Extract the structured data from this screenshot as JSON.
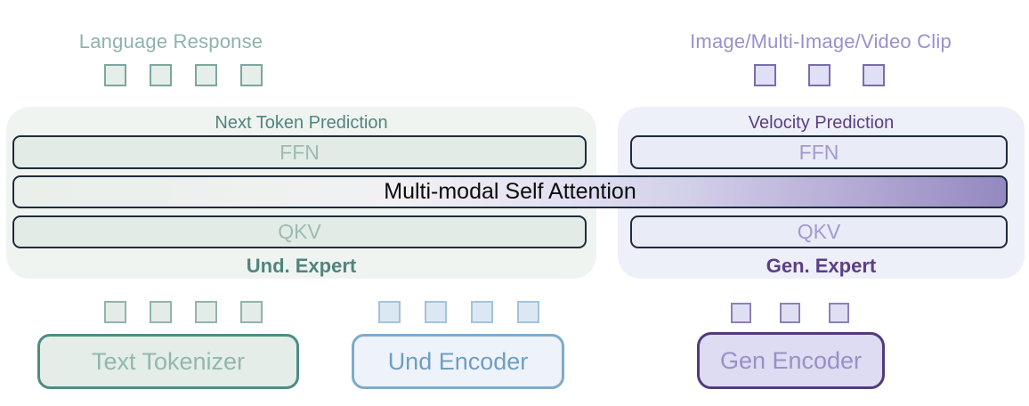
{
  "header": {
    "left_label": "Language Response",
    "right_label": "Image/Multi-Image/Video Clip"
  },
  "transformer": {
    "attention_label": "Multi-modal Self Attention",
    "und_expert": {
      "title": "Next Token Prediction",
      "ffn_label": "FFN",
      "qkv_label": "QKV",
      "name": "Und. Expert"
    },
    "gen_expert": {
      "title": "Velocity Prediction",
      "ffn_label": "FFN",
      "qkv_label": "QKV",
      "name": "Gen. Expert"
    }
  },
  "encoders": {
    "text_tokenizer_label": "Text Tokenizer",
    "und_encoder_label": "Und Encoder",
    "gen_encoder_label": "Gen Encoder"
  },
  "tokens": {
    "language_response_count": 4,
    "image_clip_count": 3,
    "text_tokenizer_count": 4,
    "und_encoder_count": 4,
    "gen_encoder_count": 3
  },
  "colors": {
    "und_accent": "#4e857e",
    "und_light": "#9cbbb3",
    "gen_accent": "#5b3e85",
    "gen_light": "#a29ace",
    "und_encoder_accent": "#6e9ec5",
    "bar_border": "#1d2c3c",
    "attention_gradient_end": "#9488c0",
    "und_panel_bg": "#f0f4f1",
    "gen_panel_bg": "#edeff9"
  }
}
